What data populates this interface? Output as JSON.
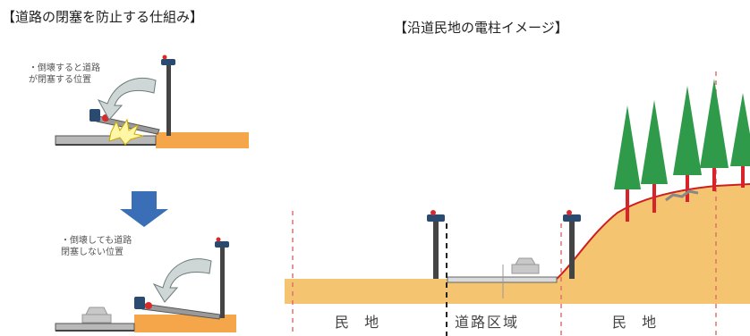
{
  "left_title": "【道路の閉塞を防止する仕組み】",
  "right_title": "【沿道民地の電柱イメージ】",
  "note_top": [
    "・倒壊すると道路",
    "が閉塞する位置"
  ],
  "note_bottom": [
    "・倒壊しても道路",
    "閉塞しない位置"
  ],
  "regions": {
    "left": "民 地",
    "road": "道路区域",
    "right": "民 地"
  },
  "colors": {
    "ground": "#f5c470",
    "ground_edge": "#e08a1e",
    "arrow": "#3a6fb8",
    "tree": "#2f9a4a",
    "trunk": "#d8232a",
    "slope_line": "#cc2020"
  }
}
